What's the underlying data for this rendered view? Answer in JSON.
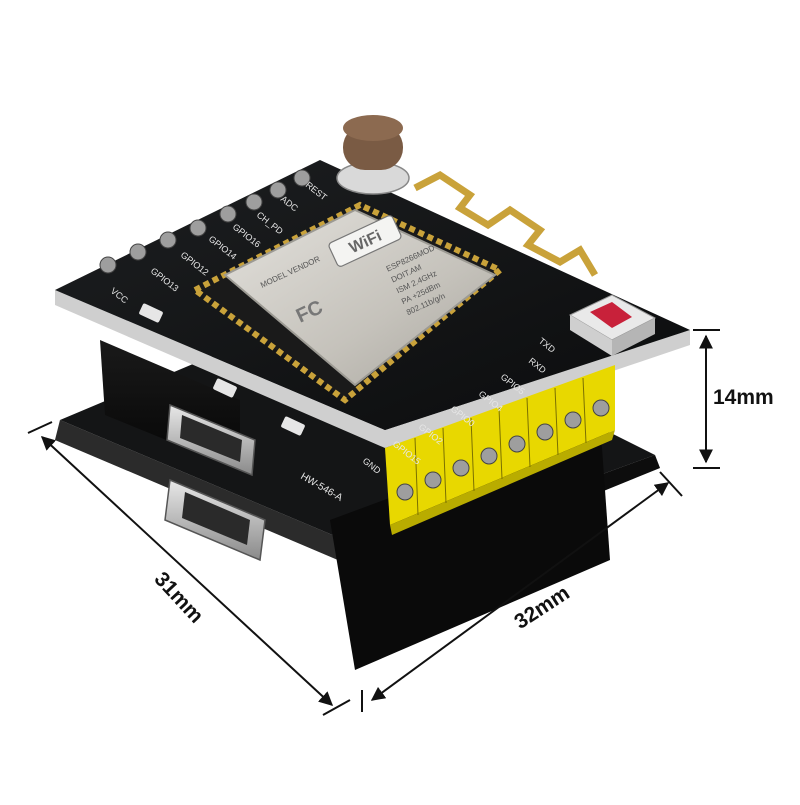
{
  "dimensions": {
    "height": "14mm",
    "depth": "31mm",
    "width": "32mm"
  },
  "board": {
    "left_pins": [
      "VCC",
      "GPIO13",
      "GPIO12",
      "GPIO14",
      "GPIO16",
      "CH_PD",
      "ADC",
      "REST"
    ],
    "right_pins": [
      "TXD",
      "RXD",
      "GPIO5",
      "GPIO4",
      "GPIO0",
      "GPIO2",
      "GPIO15",
      "GND"
    ],
    "silkscreen": "HW-546-A"
  },
  "module": {
    "wifi_logo": "WiFi",
    "model_line1": "ESP8266MOD",
    "model_line2": "DOIT.AM",
    "model_line3": "ISM 2.4GHz",
    "model_line4": "PA +25dBm",
    "model_line5": "802.11b/g/n",
    "left_text": "MODEL\nVENDOR",
    "fc_mark": "FC"
  },
  "colors": {
    "pcb": "#121314",
    "shield_metal": "#c9c6bf",
    "header_yellow": "#f2e200",
    "led_red": "#e0243a"
  }
}
